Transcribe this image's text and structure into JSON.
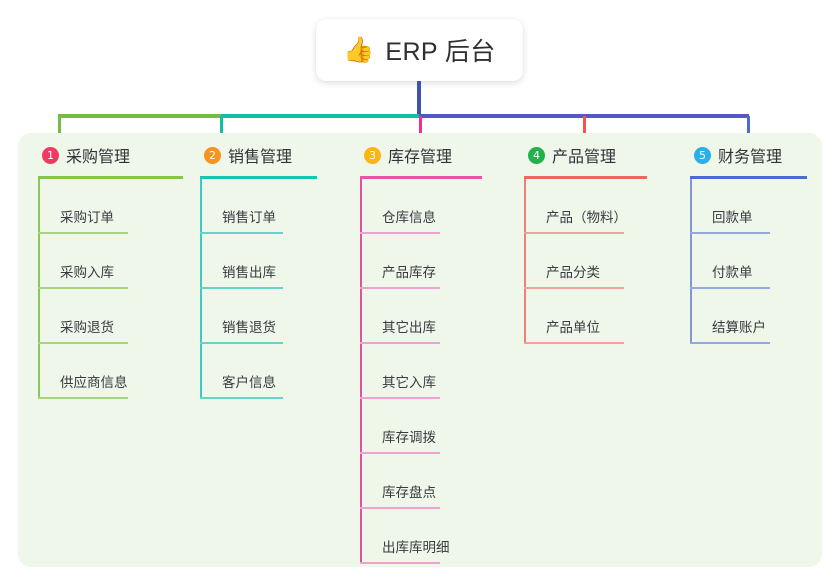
{
  "root": {
    "icon": "thumbs-up-icon",
    "emoji": "👍",
    "title": "ERP 后台"
  },
  "palette": {
    "background": "#ffffff",
    "panel_bg": "#eef7e9",
    "root_stem": "#3f51b5",
    "bar_left_green": "#76bb43",
    "bar_teal": "#12bfa5",
    "bar_indigo": "#5457c8"
  },
  "columns": [
    {
      "number": "1",
      "title": "采购管理",
      "badge_color": "#ef3b61",
      "rule_color": "#86c44a",
      "leaf_rule_color": "#a9d47f",
      "spine_color": "#8fc65a",
      "drop_color": "#76bb43",
      "items": [
        "采购订单",
        "采购入库",
        "采购退货",
        "供应商信息"
      ]
    },
    {
      "number": "2",
      "title": "销售管理",
      "badge_color": "#f7931e",
      "rule_color": "#15c6b6",
      "leaf_rule_color": "#6ad3c9",
      "spine_color": "#3fcabb",
      "drop_color": "#12bfa5",
      "items": [
        "销售订单",
        "销售出库",
        "销售退货",
        "客户信息"
      ]
    },
    {
      "number": "3",
      "title": "库存管理",
      "badge_color": "#fbb515",
      "rule_color": "#ef50a8",
      "leaf_rule_color": "#efa2cf",
      "spine_color": "#e2509e",
      "drop_color": "#ef2f92",
      "items": [
        "仓库信息",
        "产品库存",
        "其它出库",
        "其它入库",
        "库存调拨",
        "库存盘点",
        "出库库明细"
      ]
    },
    {
      "number": "4",
      "title": "产品管理",
      "badge_color": "#22b14c",
      "rule_color": "#f4665c",
      "leaf_rule_color": "#f4a199",
      "spine_color": "#f07f77",
      "drop_color": "#f4554b",
      "items": [
        "产品（物料）",
        "产品分类",
        "产品单位"
      ]
    },
    {
      "number": "5",
      "title": "财务管理",
      "badge_color": "#2ab0e8",
      "rule_color": "#4a6bd0",
      "leaf_rule_color": "#93aae0",
      "spine_color": "#7e98dc",
      "drop_color": "#4a6bd0",
      "items": [
        "回款单",
        "付款单",
        "结算账户"
      ]
    }
  ]
}
